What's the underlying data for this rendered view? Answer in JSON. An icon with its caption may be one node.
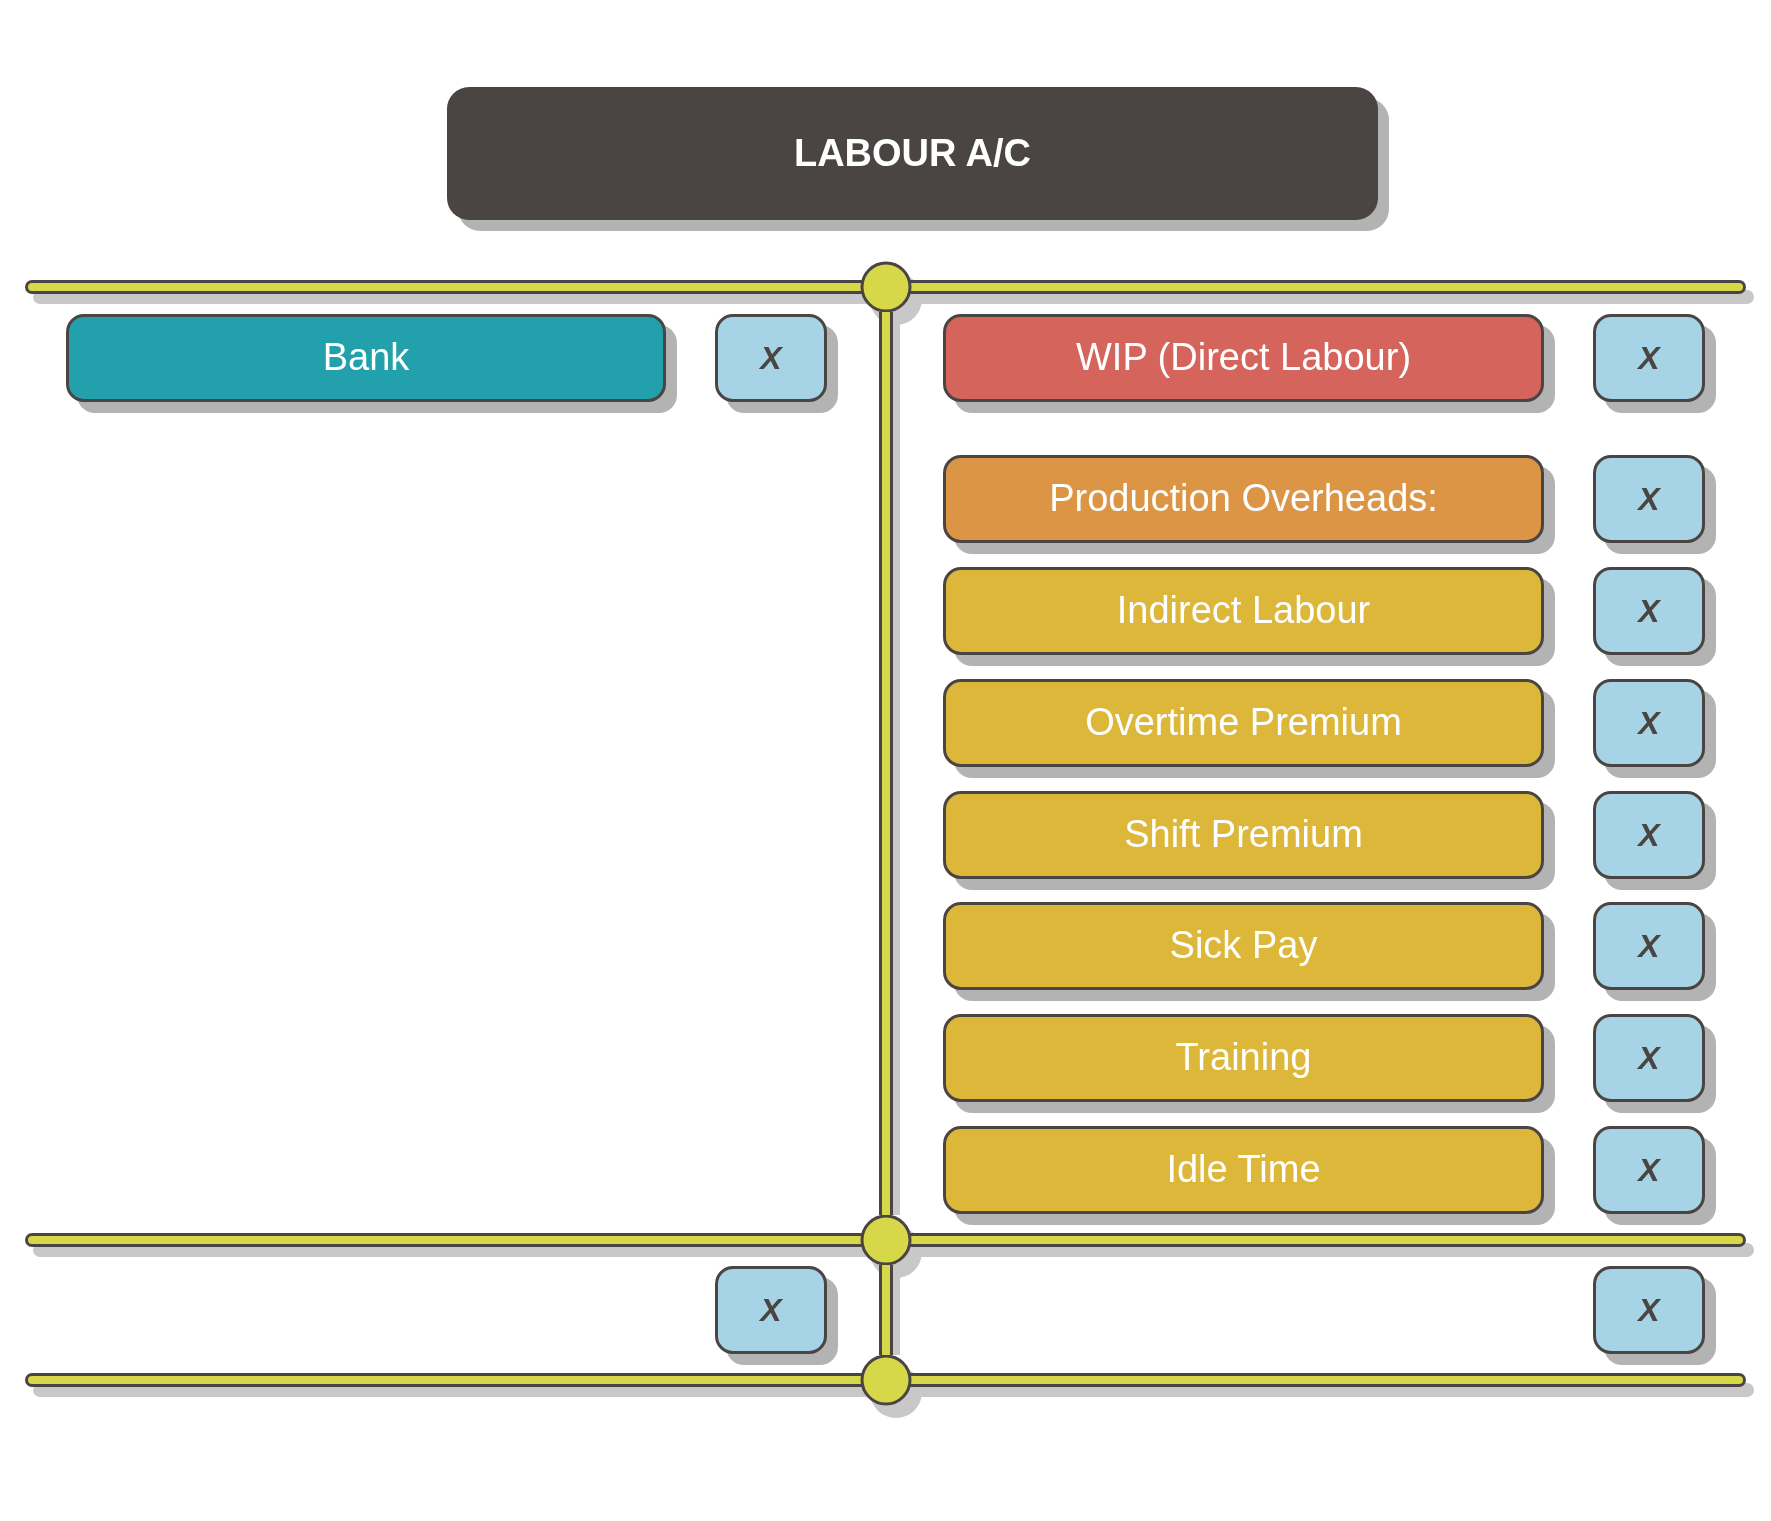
{
  "diagram": {
    "nodes": [
      {
        "text": [
          "LABOUR A/C"
        ]
      },
      {
        "text": [
          "Bank"
        ]
      },
      {
        "text": [
          "X"
        ]
      },
      {
        "text": [
          "WIP (Direct Labour)"
        ]
      },
      {
        "text": [
          "X"
        ]
      },
      {
        "text": [
          "Production Overheads:"
        ]
      },
      {
        "text": [
          "X"
        ]
      },
      {
        "text": [
          "Indirect Labour"
        ]
      },
      {
        "text": [
          "X"
        ]
      },
      {
        "text": [
          "Overtime Premium"
        ]
      },
      {
        "text": [
          "X"
        ]
      },
      {
        "text": [
          "Shift Premium"
        ]
      },
      {
        "text": [
          "X"
        ]
      },
      {
        "text": [
          "Sick Pay"
        ]
      },
      {
        "text": [
          "X"
        ]
      },
      {
        "text": [
          "Training"
        ]
      },
      {
        "text": [
          "X"
        ]
      },
      {
        "text": [
          "Idle Time"
        ]
      },
      {
        "text": [
          "X"
        ]
      },
      {
        "text": [
          "X"
        ]
      },
      {
        "text": [
          "X"
        ]
      }
    ]
  }
}
